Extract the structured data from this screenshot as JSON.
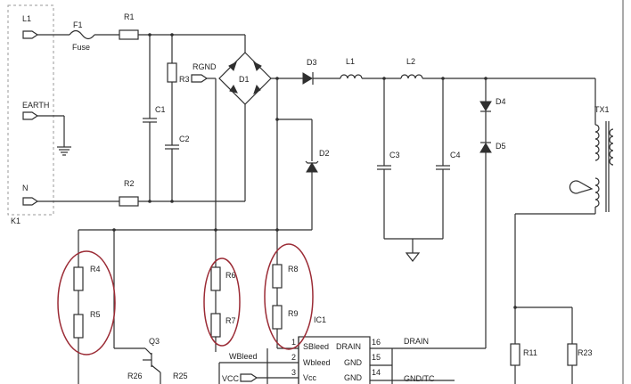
{
  "connectors": {
    "l1": "L1",
    "earth": "EARTH",
    "n": "N",
    "block": "K1",
    "rgnd": "RGND",
    "wbleed": "WBleed",
    "vcc": "VCC"
  },
  "components": {
    "f1": "F1",
    "fuse": "Fuse",
    "r1": "R1",
    "r2": "R2",
    "r3": "R3",
    "c1": "C1",
    "c2": "C2",
    "d1": "D1",
    "d2": "D2",
    "d3": "D3",
    "d4": "D4",
    "d5": "D5",
    "l1": "L1",
    "l2": "L2",
    "c3": "C3",
    "c4": "C4",
    "tx1": "TX1",
    "r4": "R4",
    "r5": "R5",
    "r6": "R6",
    "r7": "R7",
    "r8": "R8",
    "r9": "R9",
    "q3": "Q3",
    "r26": "R26",
    "r25": "R25",
    "r11": "R11",
    "r23": "R23"
  },
  "ic1": {
    "name": "IC1",
    "pin1_num": "1",
    "pin1_name": "SBleed",
    "pin2_num": "2",
    "pin2_name": "Wbleed",
    "pin3_num": "3",
    "pin3_name": "Vcc",
    "pin16_num": "16",
    "pin16_name": "DRAIN",
    "pin15_num": "15",
    "pin15_name": "GND",
    "pin14_num": "14",
    "pin14_name": "GND",
    "net_drain": "DRAIN",
    "net_gndtc": "GND/TC"
  },
  "highlight_color": "#9b2b35"
}
